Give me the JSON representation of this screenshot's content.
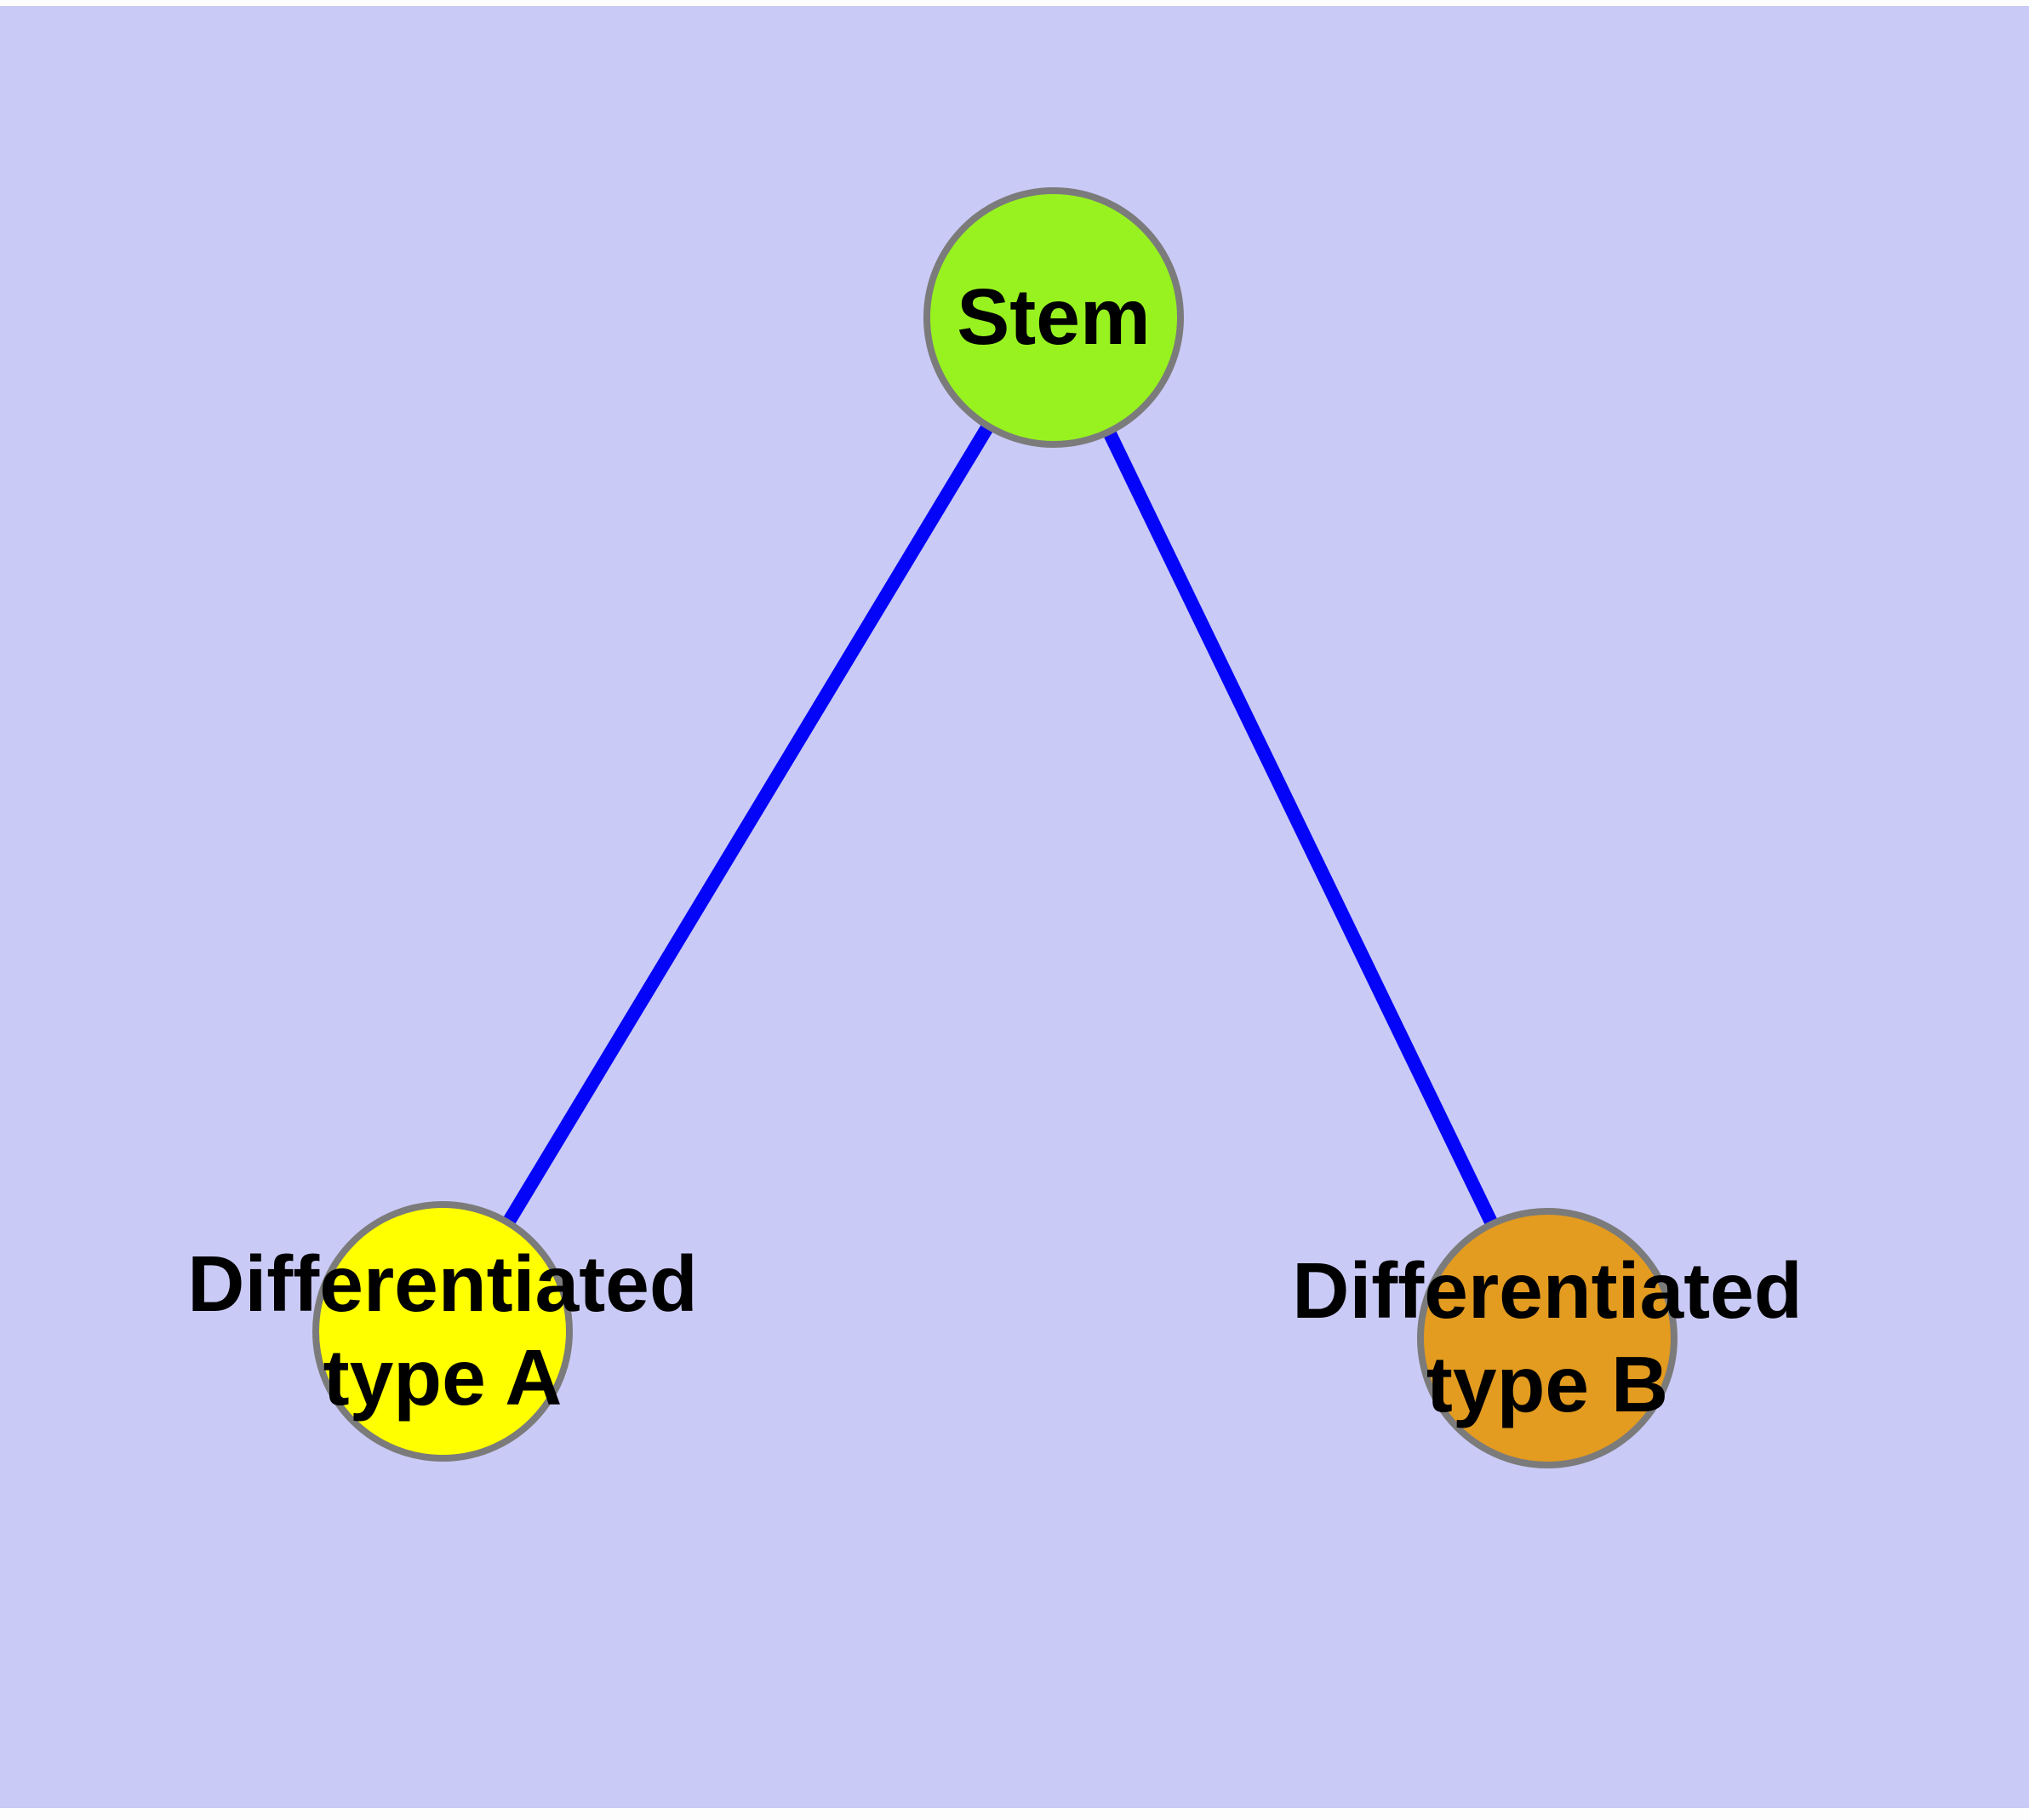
{
  "diagram": {
    "background_color": "#cacaf6",
    "edge_color": "#0404f8",
    "node_border_color": "#7b7b7b",
    "label_color": "#000000",
    "nodes": {
      "stem": {
        "label": "Stem",
        "fill": "#97f220"
      },
      "type_a": {
        "label": "Differentiated type A",
        "line1": "Differentiated",
        "line2": "type A",
        "fill": "#ffff00"
      },
      "type_b": {
        "label": "Differentiated type B",
        "line1": "Differentiated",
        "line2": "type B",
        "fill": "#e39b20"
      }
    },
    "edges": [
      {
        "from": "Stem",
        "to": "Differentiated type A"
      },
      {
        "from": "Stem",
        "to": "Differentiated type B"
      }
    ]
  }
}
